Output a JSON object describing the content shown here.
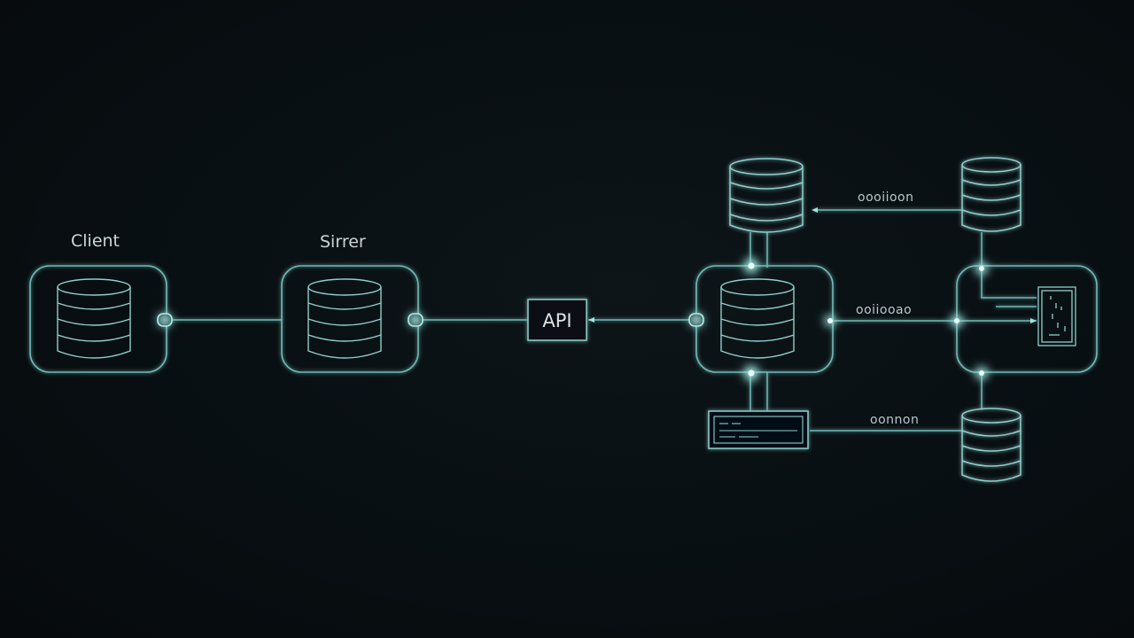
{
  "colors": {
    "background": "#080d10",
    "line": "#7fc9c6",
    "glow": "#bff7f2",
    "text": "#c9d6d8"
  },
  "nodes": {
    "client": {
      "label": "Client"
    },
    "server": {
      "label": "Sirrer"
    },
    "api": {
      "label": "API"
    }
  },
  "edges": {
    "top_label": "oooiioon",
    "mid_label": "ooiiooao",
    "bottom_label": "oonnon"
  }
}
